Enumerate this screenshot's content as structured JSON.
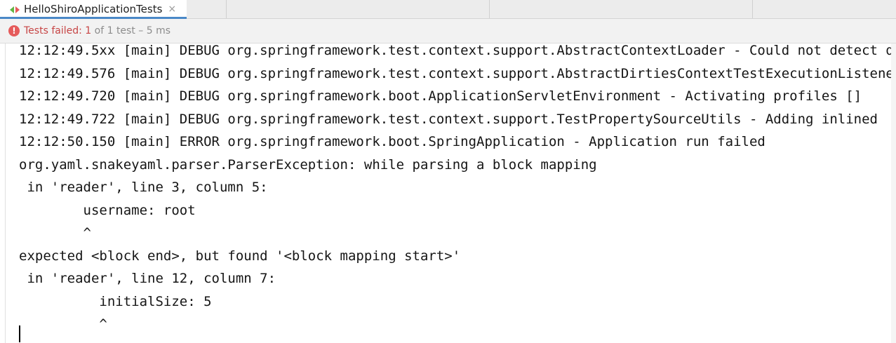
{
  "tabs": [
    {
      "label": "HelloShiroApplicationTests",
      "close": "×"
    }
  ],
  "status": {
    "failed_label": "Tests failed: 1",
    "detail": " of 1 test – 5 ms"
  },
  "console": {
    "lines": [
      "12:12:49.5xx [main] DEBUG org.springframework.test.context.support.AbstractContextLoader - Could not detect default configuration",
      "12:12:49.576 [main] DEBUG org.springframework.test.context.support.AbstractDirtiesContextTestExecutionListener",
      "12:12:49.720 [main] DEBUG org.springframework.boot.ApplicationServletEnvironment - Activating profiles []",
      "12:12:49.722 [main] DEBUG org.springframework.test.context.support.TestPropertySourceUtils - Adding inlined",
      "12:12:50.150 [main] ERROR org.springframework.boot.SpringApplication - Application run failed",
      "org.yaml.snakeyaml.parser.ParserException: while parsing a block mapping",
      " in 'reader', line 3, column 5:",
      "        username: root",
      "        ^",
      "expected <block end>, but found '<block mapping start>'",
      " in 'reader', line 12, column 7:",
      "          initialSize: 5",
      "          ^"
    ]
  },
  "colors": {
    "tab_accent": "#4a88c7",
    "error": "#e55b5b"
  }
}
